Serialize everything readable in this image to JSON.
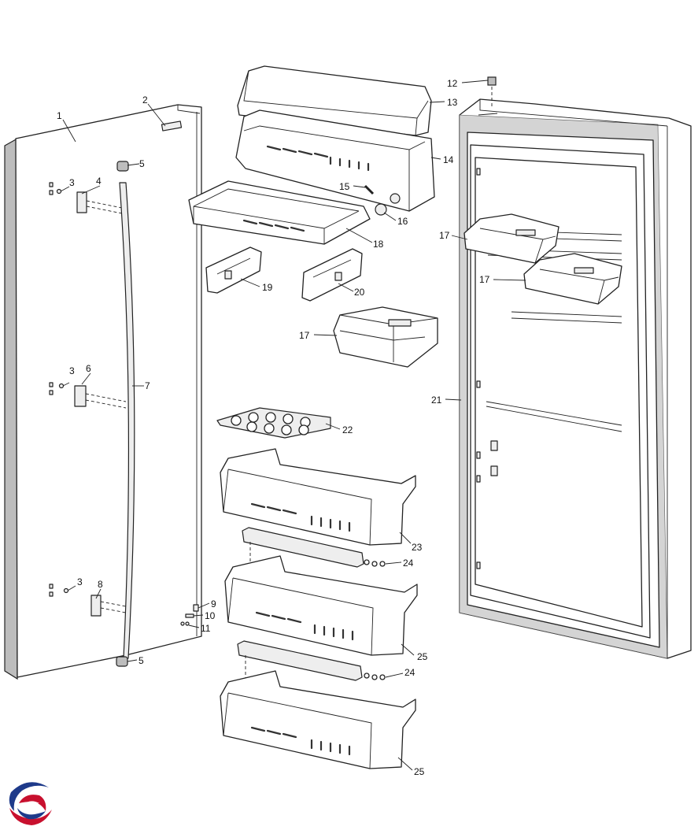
{
  "callouts": {
    "c1": "1",
    "c2": "2",
    "c3a": "3",
    "c3b": "3",
    "c3c": "3",
    "c4": "4",
    "c5a": "5",
    "c5b": "5",
    "c6": "6",
    "c7": "7",
    "c8": "8",
    "c9": "9",
    "c10": "10",
    "c11": "11",
    "c12": "12",
    "c13": "13",
    "c14": "14",
    "c15": "15",
    "c16": "16",
    "c17a": "17",
    "c17b": "17",
    "c17c": "17",
    "c18": "18",
    "c19": "19",
    "c20": "20",
    "c21": "21",
    "c22": "22",
    "c23": "23",
    "c24a": "24",
    "c24b": "24",
    "c25a": "25",
    "c25b": "25"
  },
  "logo": {
    "icon": "brand-logo-icon",
    "colors": [
      "#1e3a8a",
      "#c8102e"
    ]
  }
}
